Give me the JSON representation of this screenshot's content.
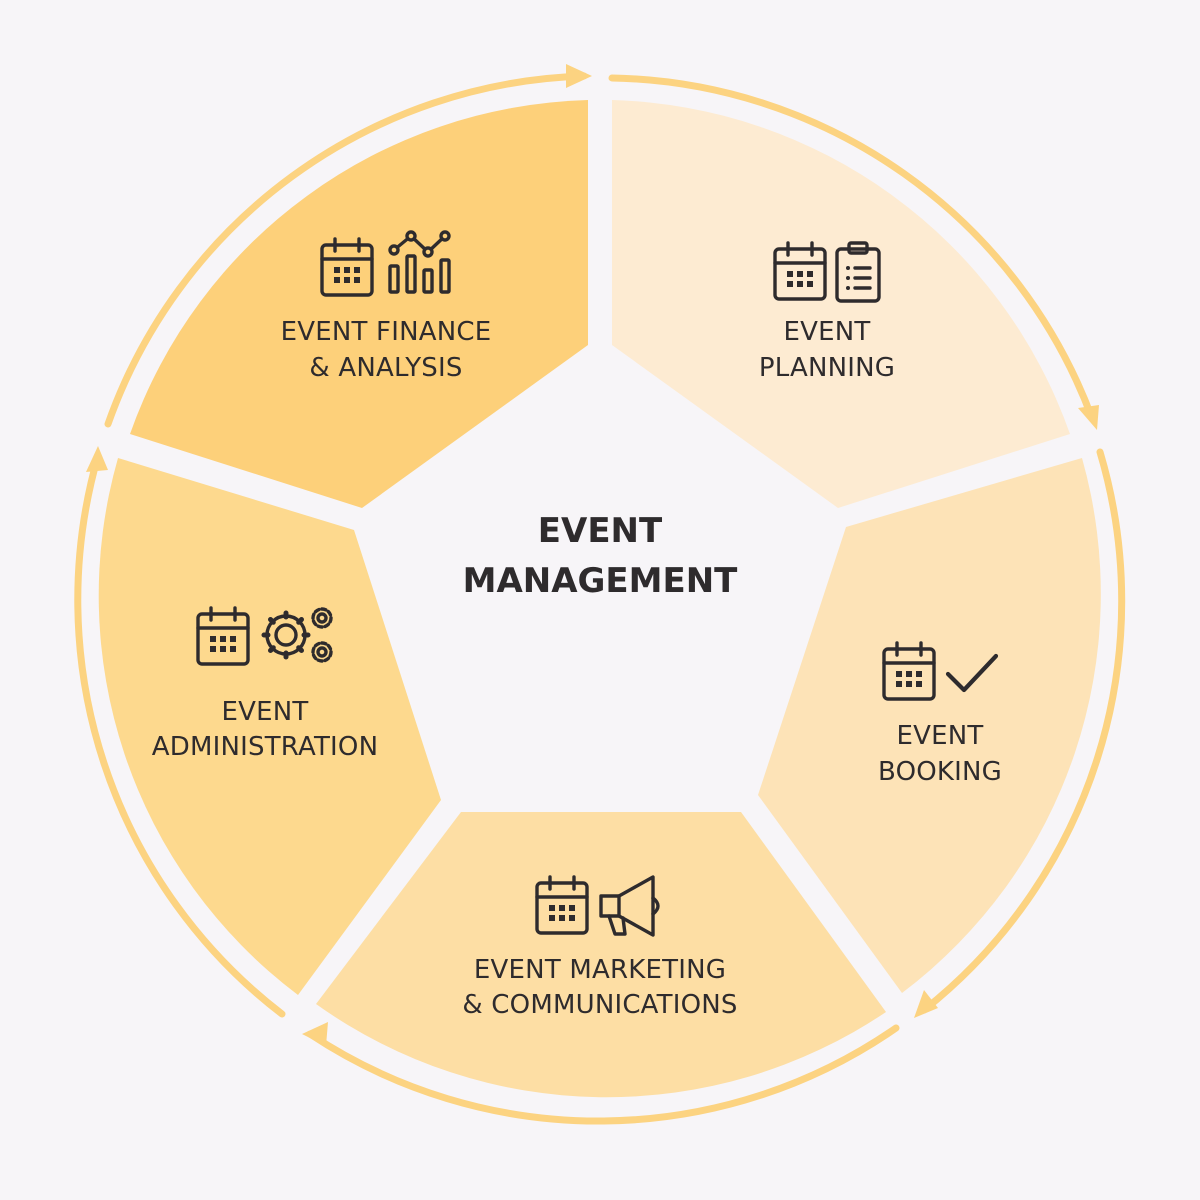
{
  "diagram": {
    "center": {
      "line1": "EVENT",
      "line2": "MANAGEMENT"
    },
    "segments": [
      {
        "id": "planning",
        "line1": "EVENT",
        "line2": "PLANNING",
        "color": "#fdebd2",
        "icons": [
          "calendar-icon",
          "clipboard-list-icon"
        ]
      },
      {
        "id": "booking",
        "line1": "EVENT",
        "line2": "BOOKING",
        "color": "#fde3b7",
        "icons": [
          "calendar-icon",
          "checkmark-icon"
        ]
      },
      {
        "id": "marketing",
        "line1": "EVENT MARKETING",
        "line2": "& COMMUNICATIONS",
        "color": "#fddea4",
        "icons": [
          "calendar-icon",
          "megaphone-icon"
        ]
      },
      {
        "id": "administration",
        "line1": "EVENT",
        "line2": "ADMINISTRATION",
        "color": "#fdd98e",
        "icons": [
          "calendar-icon",
          "gears-icon"
        ]
      },
      {
        "id": "finance",
        "line1": "EVENT FINANCE",
        "line2": "& ANALYSIS",
        "color": "#fdd07a",
        "icons": [
          "calendar-icon",
          "line-bar-chart-icon"
        ]
      }
    ],
    "arrow_color": "#fcd381",
    "text_color": "#2e2b2d",
    "background": "#f7f5f8"
  }
}
